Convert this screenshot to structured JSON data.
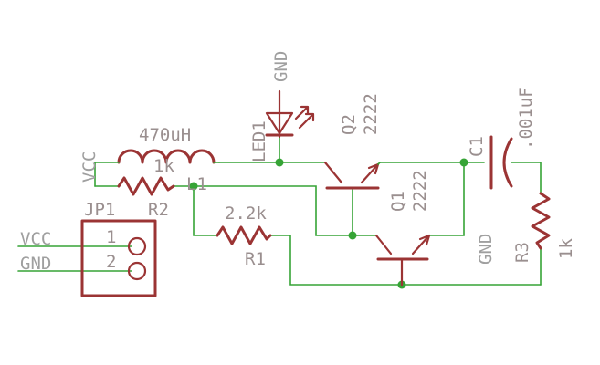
{
  "colors": {
    "wire": "#36a436",
    "part": "#9b3434",
    "label": "#9a8f8f",
    "gray": "#9f9f9f",
    "background": "#ffffff"
  },
  "labels": {
    "vcc_supply": "VCC",
    "gnd_led": "GND",
    "led_name": "LED1",
    "q2_name": "Q2",
    "q2_value": "2222",
    "q1_name": "Q1",
    "q1_value": "2222",
    "c1_name": "C1",
    "c1_value": ".001uF",
    "l1_value": "470uH",
    "l1_name": "L1",
    "r2_value": "1k",
    "r2_name": "R2",
    "r1_value": "2.2k",
    "r1_name": "R1",
    "r3_name": "R3",
    "r3_value": "1k",
    "gnd_right": "GND",
    "jp1_name": "JP1",
    "jp_pin1": "1",
    "jp_pin2": "2",
    "net_vcc": "VCC",
    "net_gnd": "GND"
  }
}
